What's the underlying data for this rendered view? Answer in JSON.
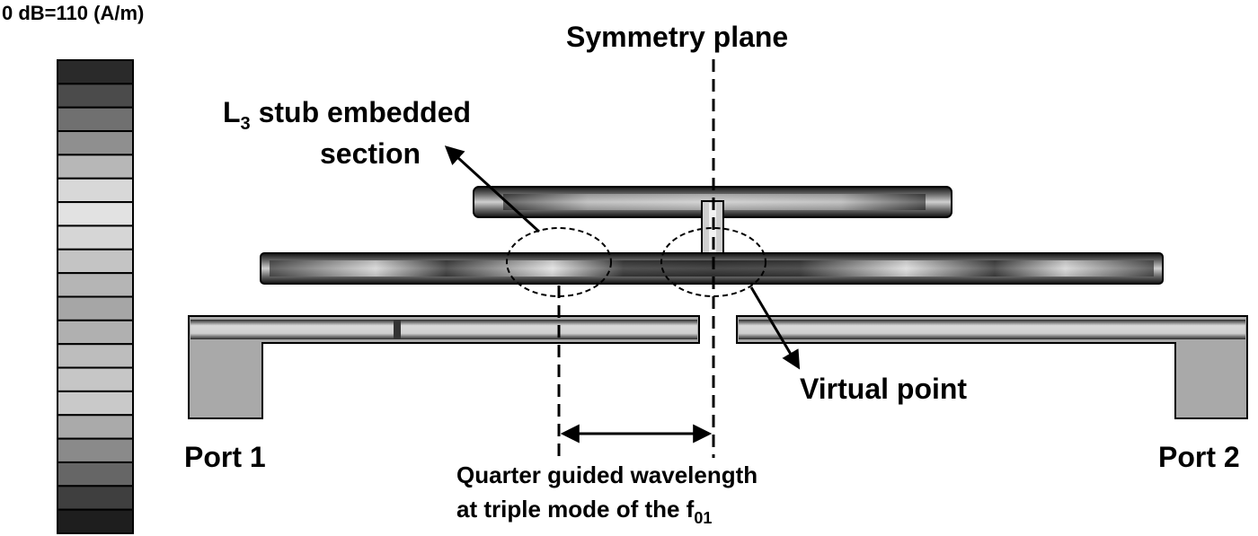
{
  "scale": {
    "label": "0 dB=110 (A/m)",
    "bands": [
      "#2a2a2a",
      "#4b4b4b",
      "#707070",
      "#8f8f8f",
      "#b7b7b7",
      "#d8d8d8",
      "#e2e2e2",
      "#d6d6d6",
      "#c4c4c4",
      "#b5b5b5",
      "#a6a6a6",
      "#b0b0b0",
      "#bdbdbd",
      "#c6c6c6",
      "#c9c9c9",
      "#aaaaaa",
      "#8a8a8a",
      "#666666",
      "#3f3f3f",
      "#1e1e1e"
    ]
  },
  "labels": {
    "symmetry_plane": "Symmetry plane",
    "stub_line1_main": "L",
    "stub_line1_sub": "3",
    "stub_line1_rest": " stub embedded",
    "stub_line2": "section",
    "virtual_point": "Virtual point",
    "port1": "Port 1",
    "port2": "Port 2",
    "quarter_line1": "Quarter guided wavelength",
    "quarter_line2_main": "at triple mode of the f",
    "quarter_line2_sub": "01"
  }
}
